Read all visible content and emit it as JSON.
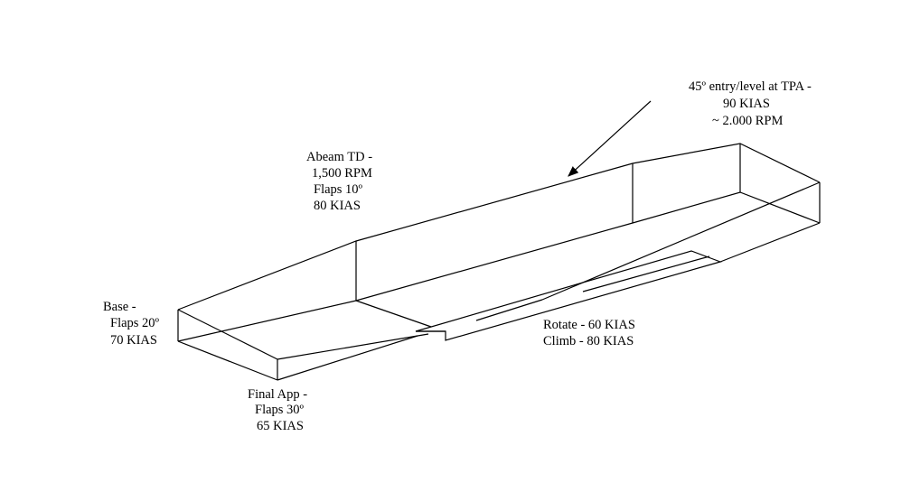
{
  "labels": {
    "entry": [
      "45º entry/level at TPA -",
      "90 KIAS",
      "~ 2.000 RPM"
    ],
    "abeam": [
      "Abeam TD -",
      "1,500 RPM",
      "Flaps 10º",
      "80 KIAS"
    ],
    "base": [
      "Base -",
      "Flaps 20º",
      "70 KIAS"
    ],
    "final": [
      "Final App -",
      "Flaps  30º",
      "65 KIAS"
    ],
    "takeoff": [
      "Rotate - 60 KIAS",
      "Climb - 80 KIAS"
    ]
  },
  "colors": {
    "line": "#000000",
    "background": "#ffffff"
  }
}
